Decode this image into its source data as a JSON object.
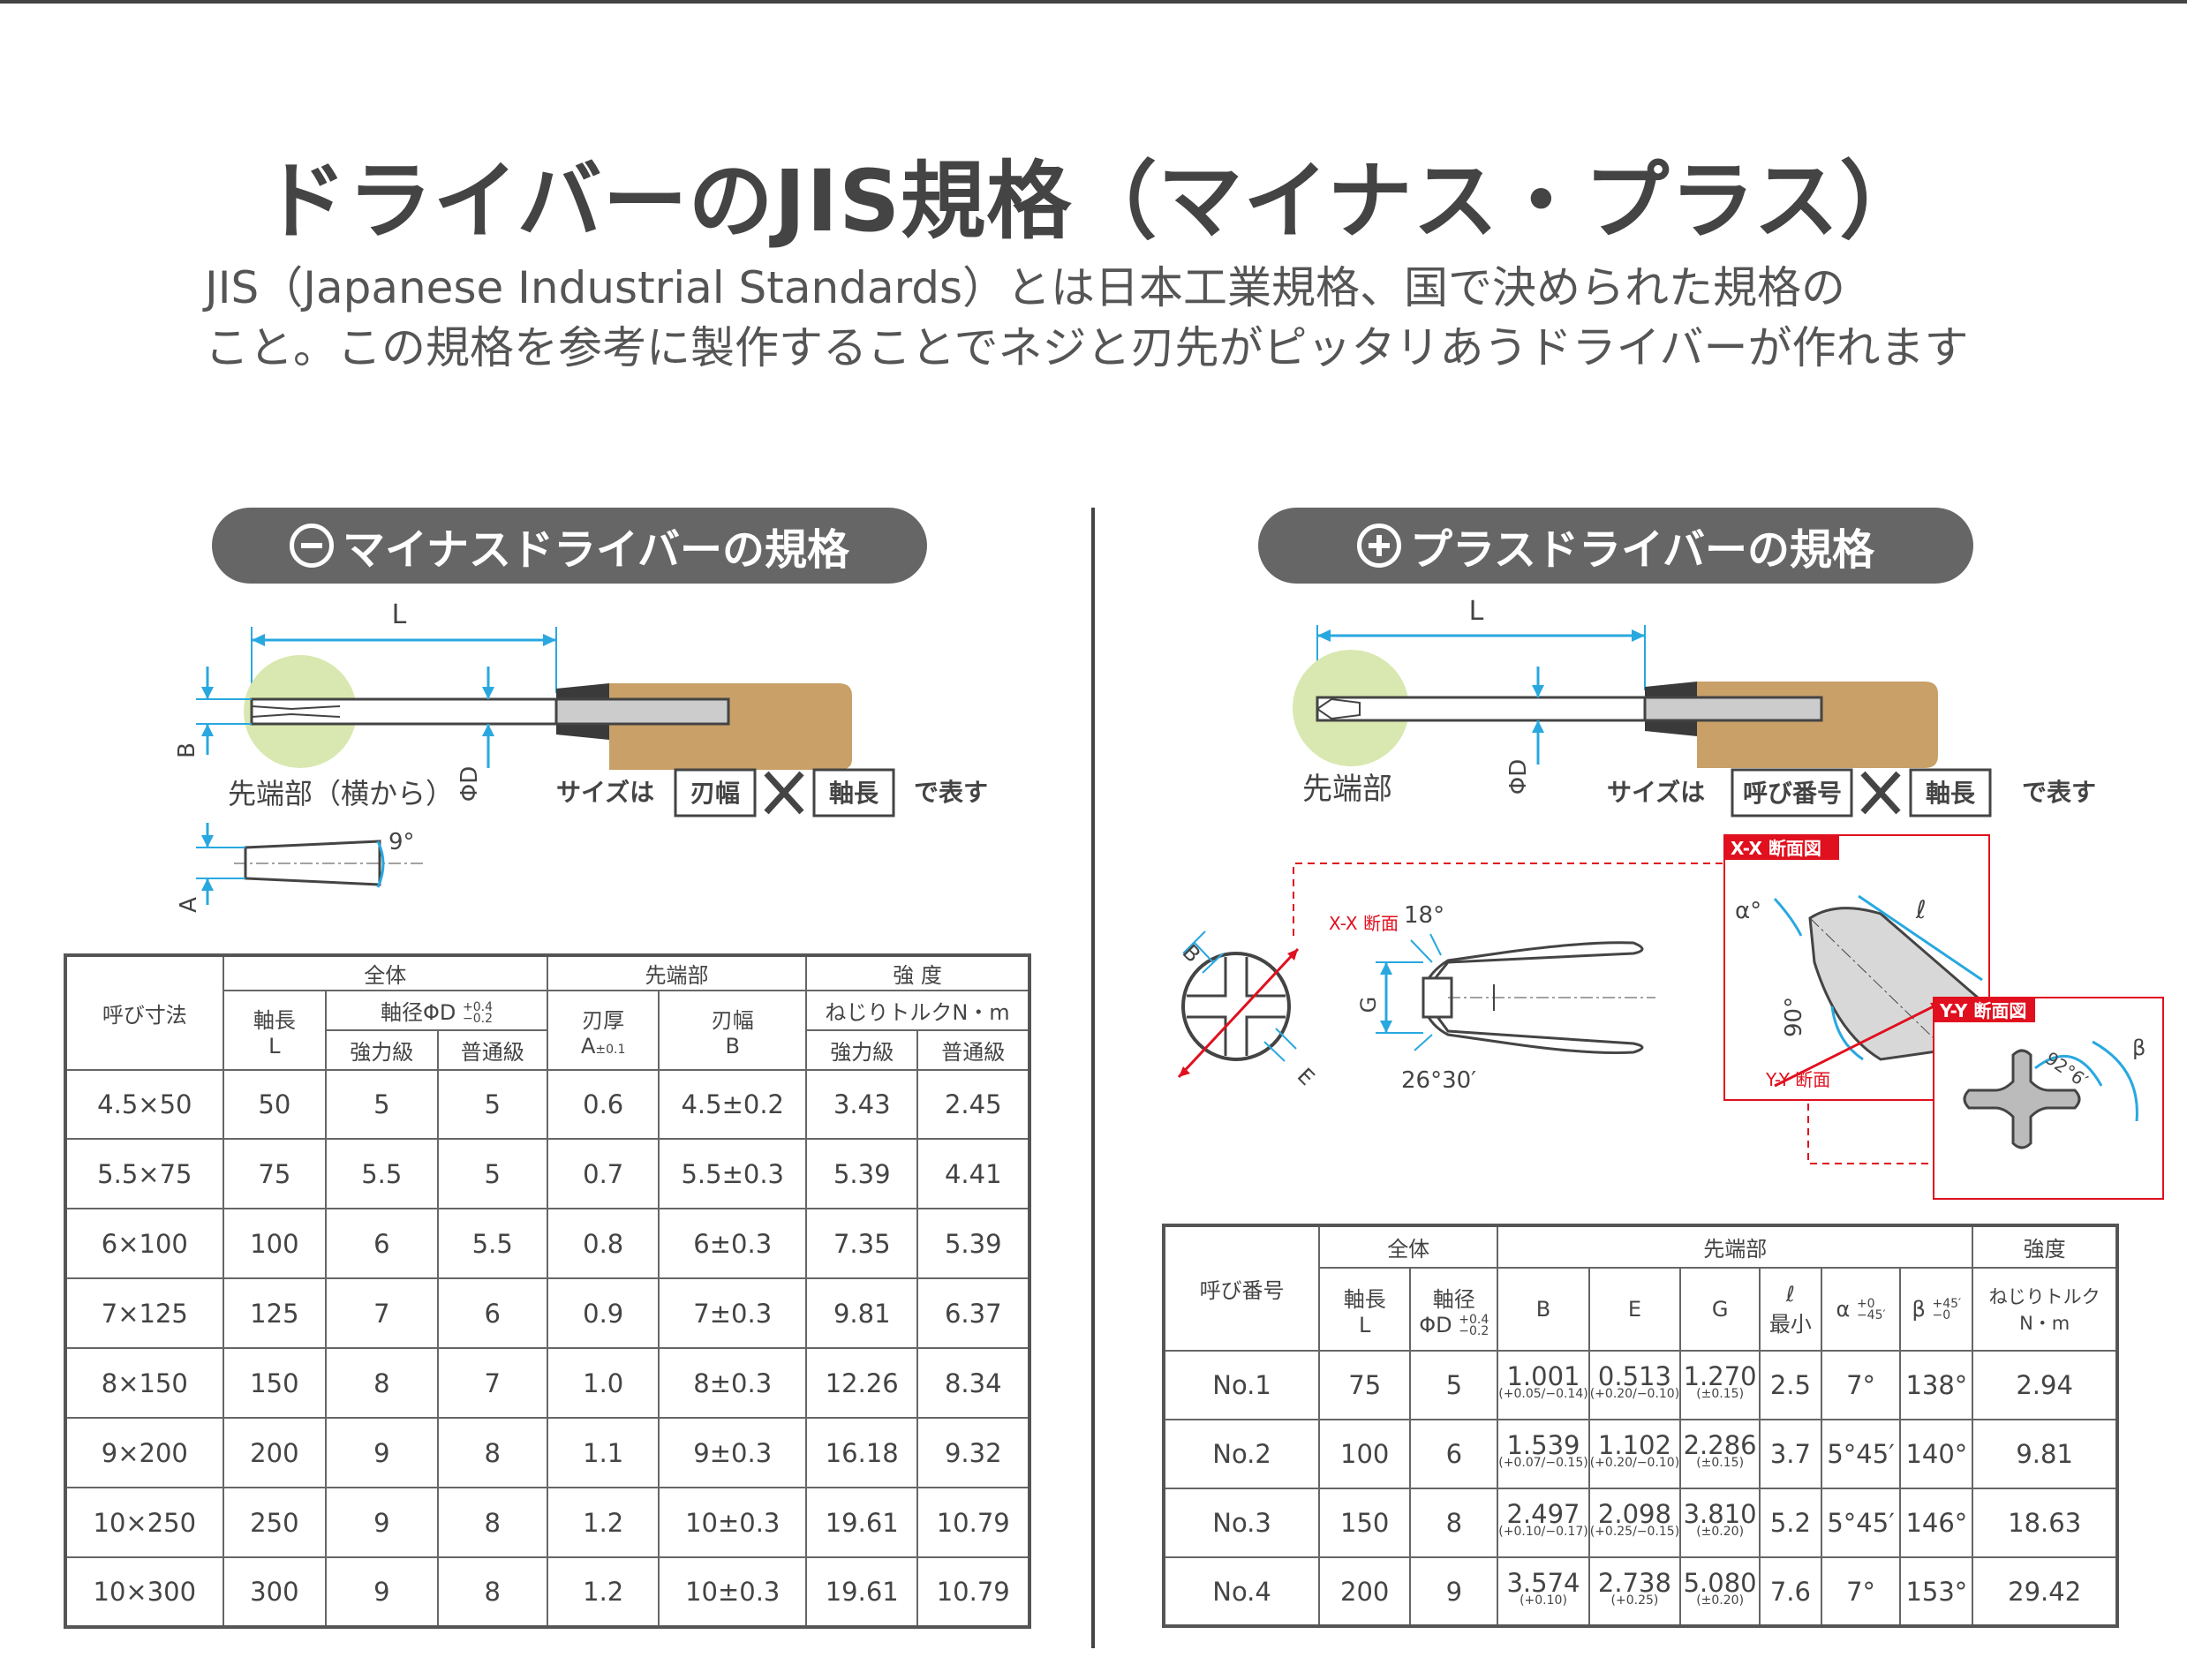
{
  "title": "ドライバーのJIS規格（マイナス・プラス）",
  "intro": {
    "line1": "JIS（Japanese Industrial Standards）とは日本工業規格、国で決められた規格の",
    "line2": "こと。この規格を参考に製作することでネジと刃先がピッタリあうドライバーが作れます"
  },
  "minus": {
    "heading": "マイナスドライバーの規格",
    "diagram": {
      "label_L": "L",
      "label_B": "B",
      "label_D": "ΦD",
      "label_A": "A",
      "angle": "9°",
      "tip_label": "先端部（横から）",
      "size_prefix": "サイズは",
      "box1": "刃幅",
      "box2": "軸長",
      "size_suffix": "で表す"
    },
    "table": {
      "h_name": "呼び寸法",
      "h_overall": "全体",
      "h_tip": "先端部",
      "h_strength": "強 度",
      "h_length": "軸長",
      "h_length_sym": "L",
      "h_dia": "軸径ΦD",
      "h_dia_tol_plus": "+0.4",
      "h_dia_tol_minus": "−0.2",
      "h_thick": "刃厚",
      "h_thick_sym": "A",
      "h_thick_tol": "±0.1",
      "h_width": "刃幅",
      "h_width_sym": "B",
      "h_torque": "ねじりトルクN・m",
      "h_strong": "強力級",
      "h_normal": "普通級",
      "h_strong2": "強力級",
      "h_normal2": "普通級",
      "rows": [
        [
          "4.5×50",
          "50",
          "5",
          "5",
          "0.6",
          "4.5±0.2",
          "3.43",
          "2.45"
        ],
        [
          "5.5×75",
          "75",
          "5.5",
          "5",
          "0.7",
          "5.5±0.3",
          "5.39",
          "4.41"
        ],
        [
          "6×100",
          "100",
          "6",
          "5.5",
          "0.8",
          "6±0.3",
          "7.35",
          "5.39"
        ],
        [
          "7×125",
          "125",
          "7",
          "6",
          "0.9",
          "7±0.3",
          "9.81",
          "6.37"
        ],
        [
          "8×150",
          "150",
          "8",
          "7",
          "1.0",
          "8±0.3",
          "12.26",
          "8.34"
        ],
        [
          "9×200",
          "200",
          "9",
          "8",
          "1.1",
          "9±0.3",
          "16.18",
          "9.32"
        ],
        [
          "10×250",
          "250",
          "9",
          "8",
          "1.2",
          "10±0.3",
          "19.61",
          "10.79"
        ],
        [
          "10×300",
          "300",
          "9",
          "8",
          "1.2",
          "10±0.3",
          "19.61",
          "10.79"
        ]
      ]
    }
  },
  "plus": {
    "heading": "プラスドライバーの規格",
    "diagram": {
      "label_L": "L",
      "label_D": "ΦD",
      "tip_label": "先端部",
      "size_prefix": "サイズは",
      "box1": "呼び番号",
      "box2": "軸長",
      "size_suffix": "で表す",
      "xx_label": "X-X 断面",
      "label_B": "B",
      "label_E": "E",
      "angle_18": "18°",
      "label_G": "G",
      "angle_26": "26°30′",
      "xx_box_title": "X-X 断面図",
      "yy_box_title": "Y-Y 断面図",
      "yy_label": "Y-Y 断面",
      "label_alpha": "α°",
      "label_ell": "ℓ",
      "angle_90": "90°",
      "label_beta": "β",
      "angle_92": "92°6′"
    },
    "table": {
      "h_name": "呼び番号",
      "h_overall": "全体",
      "h_tip": "先端部",
      "h_strength": "強度",
      "h_length": "軸長",
      "h_length_sym": "L",
      "h_dia": "軸径",
      "h_dia_sym": "ΦD",
      "h_dia_tol_plus": "+0.4",
      "h_dia_tol_minus": "−0.2",
      "h_b": "B",
      "h_e": "E",
      "h_g": "G",
      "h_ell": "ℓ",
      "h_ell_sub": "最小",
      "h_alpha": "α",
      "h_alpha_tol_plus": "+0",
      "h_alpha_tol_minus": "−45′",
      "h_beta": "β",
      "h_beta_tol_plus": "+45′",
      "h_beta_tol_minus": "−0",
      "h_torque": "ねじりトルク",
      "h_torque_unit": "N・m",
      "rows": [
        {
          "no": "No.1",
          "L": "75",
          "D": "5",
          "B": "1.001",
          "B_tol": "(+0.05/−0.14)",
          "E": "0.513",
          "E_tol": "(+0.20/−0.10)",
          "G": "1.270",
          "G_tol": "(±0.15)",
          "ell": "2.5",
          "alpha": "7°",
          "beta": "138°",
          "torque": "2.94"
        },
        {
          "no": "No.2",
          "L": "100",
          "D": "6",
          "B": "1.539",
          "B_tol": "(+0.07/−0.15)",
          "E": "1.102",
          "E_tol": "(+0.20/−0.10)",
          "G": "2.286",
          "G_tol": "(±0.15)",
          "ell": "3.7",
          "alpha": "5°45′",
          "beta": "140°",
          "torque": "9.81"
        },
        {
          "no": "No.3",
          "L": "150",
          "D": "8",
          "B": "2.497",
          "B_tol": "(+0.10/−0.17)",
          "E": "2.098",
          "E_tol": "(+0.25/−0.15)",
          "G": "3.810",
          "G_tol": "(±0.20)",
          "ell": "5.2",
          "alpha": "5°45′",
          "beta": "146°",
          "torque": "18.63"
        },
        {
          "no": "No.4",
          "L": "200",
          "D": "9",
          "B": "3.574",
          "B_tol": "(+0.10)",
          "E": "2.738",
          "E_tol": "(+0.25)",
          "G": "5.080",
          "G_tol": "(±0.20)",
          "ell": "7.6",
          "alpha": "7°",
          "beta": "153°",
          "torque": "29.42"
        }
      ]
    }
  },
  "colors": {
    "text": "#444444",
    "pill": "#666666",
    "dim_blue": "#29a8e0",
    "handle": "#c8a068",
    "tip_circle": "#d9e8b0",
    "red": "#e0101e"
  }
}
